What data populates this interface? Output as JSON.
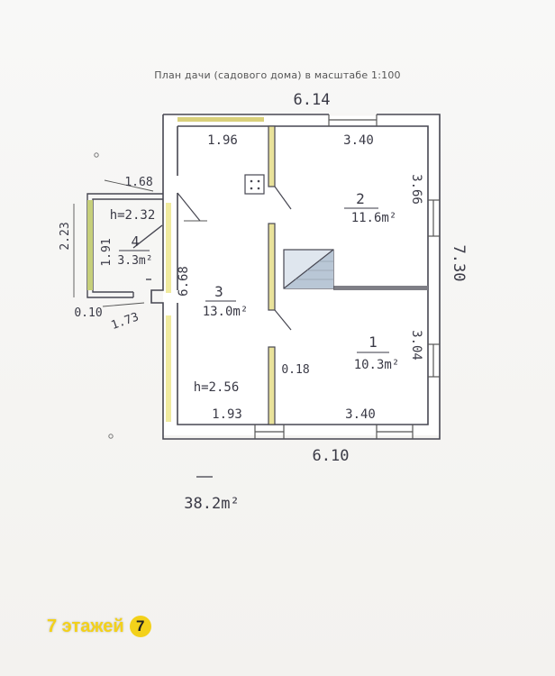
{
  "title": "План дачи (садового дома) в масштабе 1:100",
  "dimensions": {
    "top_total": "6.14",
    "bottom_total": "6.10",
    "right_total": "7.30",
    "top_left_room": "1.96",
    "top_right_room": "3.40",
    "bottom_left_room": "1.93",
    "bottom_right_room": "3.40",
    "right_room2": "3.66",
    "right_room1": "3.04",
    "hall_left": "6.68",
    "partition": "0.18",
    "porch_top": "1.68",
    "porch_left": "2.23",
    "porch_inner": "1.91",
    "porch_bottom": "1.73",
    "porch_wall": "0.10"
  },
  "rooms": [
    {
      "number": "1",
      "area": "10.3m²"
    },
    {
      "number": "2",
      "area": "11.6m²"
    },
    {
      "number": "3",
      "area": "13.0m²"
    },
    {
      "number": "4",
      "area": "3.3m²"
    }
  ],
  "heights": {
    "porch": "h=2.32",
    "main": "h=2.56"
  },
  "total_area": "38.2m²",
  "brand": {
    "text": "7 этажей",
    "logo": "7"
  }
}
